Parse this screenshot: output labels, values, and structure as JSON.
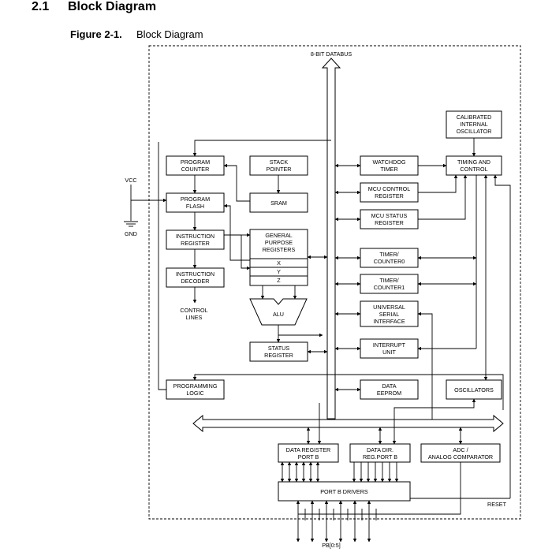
{
  "section": {
    "number": "2.1",
    "title": "Block Diagram"
  },
  "figure": {
    "label": "Figure 2-1.",
    "title": "Block Diagram"
  },
  "diagram": {
    "databus": "8-BIT DATABUS",
    "vcc": "VCC",
    "gnd": "GND",
    "control_lines": [
      "CONTROL",
      "LINES"
    ],
    "reset": "RESET",
    "pins": "PB[0:5]",
    "blocks": {
      "program_counter": [
        "PROGRAM",
        "COUNTER"
      ],
      "stack_pointer": [
        "STACK",
        "POINTER"
      ],
      "program_flash": [
        "PROGRAM",
        "FLASH"
      ],
      "sram": [
        "SRAM"
      ],
      "instruction_register": [
        "INSTRUCTION",
        "REGISTER"
      ],
      "gpr": [
        "GENERAL",
        "PURPOSE",
        "REGISTERS"
      ],
      "gpr_x": "X",
      "gpr_y": "Y",
      "gpr_z": "Z",
      "instruction_decoder": [
        "INSTRUCTION",
        "DECODER"
      ],
      "alu": "ALU",
      "status_register": [
        "STATUS",
        "REGISTER"
      ],
      "programming_logic": [
        "PROGRAMMING",
        "LOGIC"
      ],
      "calibrated_oscillator": [
        "CALIBRATED",
        "INTERNAL",
        "OSCILLATOR"
      ],
      "watchdog_timer": [
        "WATCHDOG",
        "TIMER"
      ],
      "timing_control": [
        "TIMING AND",
        "CONTROL"
      ],
      "mcu_control": [
        "MCU CONTROL",
        "REGISTER"
      ],
      "mcu_status": [
        "MCU STATUS",
        "REGISTER"
      ],
      "timer0": [
        "TIMER/",
        "COUNTER0"
      ],
      "timer1": [
        "TIMER/",
        "COUNTER1"
      ],
      "usi": [
        "UNIVERSAL",
        "SERIAL",
        "INTERFACE"
      ],
      "interrupt_unit": [
        "INTERRUPT",
        "UNIT"
      ],
      "data_eeprom": [
        "DATA",
        "EEPROM"
      ],
      "oscillators": [
        "OSCILLATORS"
      ],
      "data_register": [
        "DATA REGISTER",
        "PORT B"
      ],
      "data_dir": [
        "DATA DIR.",
        "REG.PORT B"
      ],
      "adc": [
        "ADC /",
        "ANALOG COMPARATOR"
      ],
      "port_drivers": [
        "PORT B DRIVERS"
      ]
    }
  }
}
